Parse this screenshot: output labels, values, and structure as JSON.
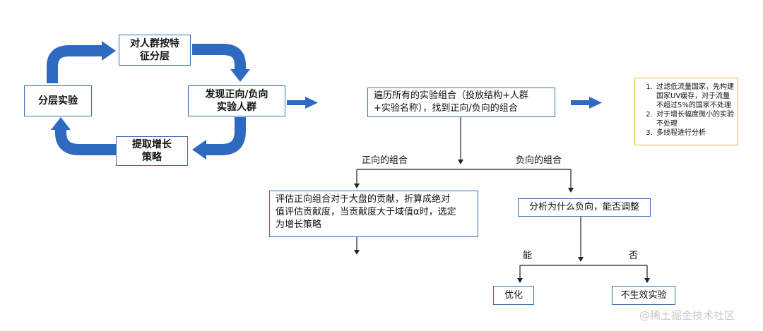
{
  "cycle": {
    "layered_experiment": "分层实验",
    "layer_by_crowd_feature": "对人群按特\n征分层",
    "find_crowd": "发现正向/负向\n实验人群",
    "extract_strategy": "提取增长\n策略"
  },
  "flow": {
    "traverse_box": "遍历所有的实验组合（投放结构+人群\n+实验名称），找到正向/负向的组合",
    "positive_label": "正向的组合",
    "negative_label": "负向的组合",
    "positive_box": "评估正向组合对于大盘的贡献，折算成绝对\n值评估贡献度，当贡献度大于域值α时，选定\n为增长策略",
    "negative_box": "分析为什么负向，能否调整",
    "yes_label": "能",
    "no_label": "否",
    "optimize_box": "优化",
    "ineffective_box": "不生效实验"
  },
  "notes": [
    "过滤低流量国家，先构建国家UV缓存，对于流量不超过5%的国家不处理",
    "对于增长幅度微小的实验不处理",
    "多线程进行分析"
  ],
  "watermark": "@稀土掘金技术社区",
  "colors": {
    "arrow_blue": "#2e6bc0",
    "box_border": "#3a6fb0",
    "notes_border": "#e4b93a"
  }
}
